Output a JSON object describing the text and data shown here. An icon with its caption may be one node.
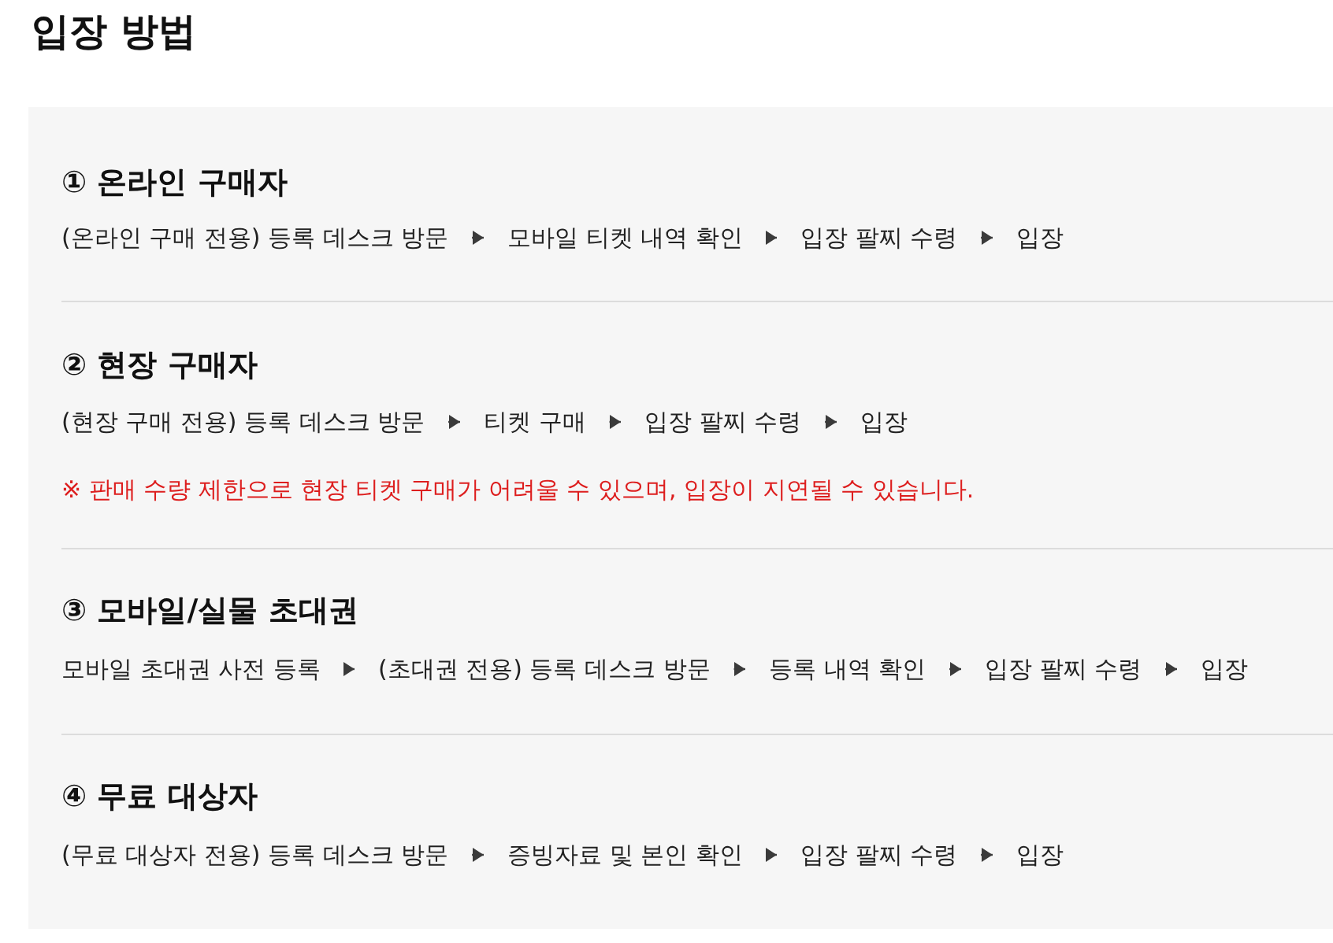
{
  "diagram": {
    "title": "입장 방법",
    "nodes": [
      {
        "text": [],
        "shape": "box"
      },
      {
        "text": [
          "(온라인 구매 전용) 등록 데스크 방문"
        ],
        "in": 0
      },
      {
        "text": [
          "모바일 티켓 내역 확인"
        ],
        "in": 0
      },
      {
        "text": [
          "입장 팔찌 수령"
        ],
        "in": 0
      },
      {
        "text": [
          "입장"
        ],
        "in": 0
      },
      {
        "text": [
          "(현장 구매 전용) 등록 데스크 방문"
        ],
        "in": 0
      },
      {
        "text": [
          "티켓 구매"
        ],
        "in": 0
      },
      {
        "text": [
          "입장 팔찌 수령"
        ],
        "in": 0
      },
      {
        "text": [
          "입장"
        ],
        "in": 0
      },
      {
        "text": [
          "모바일 초대권 사전 등록"
        ],
        "in": 0
      },
      {
        "text": [
          "(초대권 전용) 등록 데스크 방문"
        ],
        "in": 0
      },
      {
        "text": [
          "등록 내역 확인"
        ],
        "in": 0
      },
      {
        "text": [
          "입장 팔찌 수령"
        ],
        "in": 0
      },
      {
        "text": [
          "입장"
        ],
        "in": 0
      },
      {
        "text": [
          "(무료 대상자 전용) 등록 데스크 방문"
        ],
        "in": 0
      },
      {
        "text": [
          "증빙자료 및 본인 확인"
        ],
        "in": 0
      },
      {
        "text": [
          "입장 팔찌 수령"
        ],
        "in": 0
      },
      {
        "text": [
          "입장"
        ],
        "in": 0
      }
    ],
    "edges": [
      {
        "from": 1,
        "to": 2,
        "arrow": "to"
      },
      {
        "from": 2,
        "to": 3,
        "arrow": "to"
      },
      {
        "from": 3,
        "to": 4,
        "arrow": "to"
      },
      {
        "from": 5,
        "to": 6,
        "arrow": "to"
      },
      {
        "from": 6,
        "to": 7,
        "arrow": "to"
      },
      {
        "from": 7,
        "to": 8,
        "arrow": "to"
      },
      {
        "from": 9,
        "to": 10,
        "arrow": "to"
      },
      {
        "from": 10,
        "to": 11,
        "arrow": "to"
      },
      {
        "from": 11,
        "to": 12,
        "arrow": "to"
      },
      {
        "from": 12,
        "to": 13,
        "arrow": "to"
      },
      {
        "from": 14,
        "to": 15,
        "arrow": "to"
      },
      {
        "from": 15,
        "to": 16,
        "arrow": "to"
      },
      {
        "from": 16,
        "to": 17,
        "arrow": "to"
      }
    ],
    "labels": [
      "① 온라인 구매자",
      "② 현장 구매자",
      "※ 판매 수량 제한으로 현장 티켓 구매가 어려울 수 있으며, 입장이 지연될 수 있습니다.",
      "③ 모바일/실물 초대권",
      "④ 무료 대상자"
    ]
  }
}
